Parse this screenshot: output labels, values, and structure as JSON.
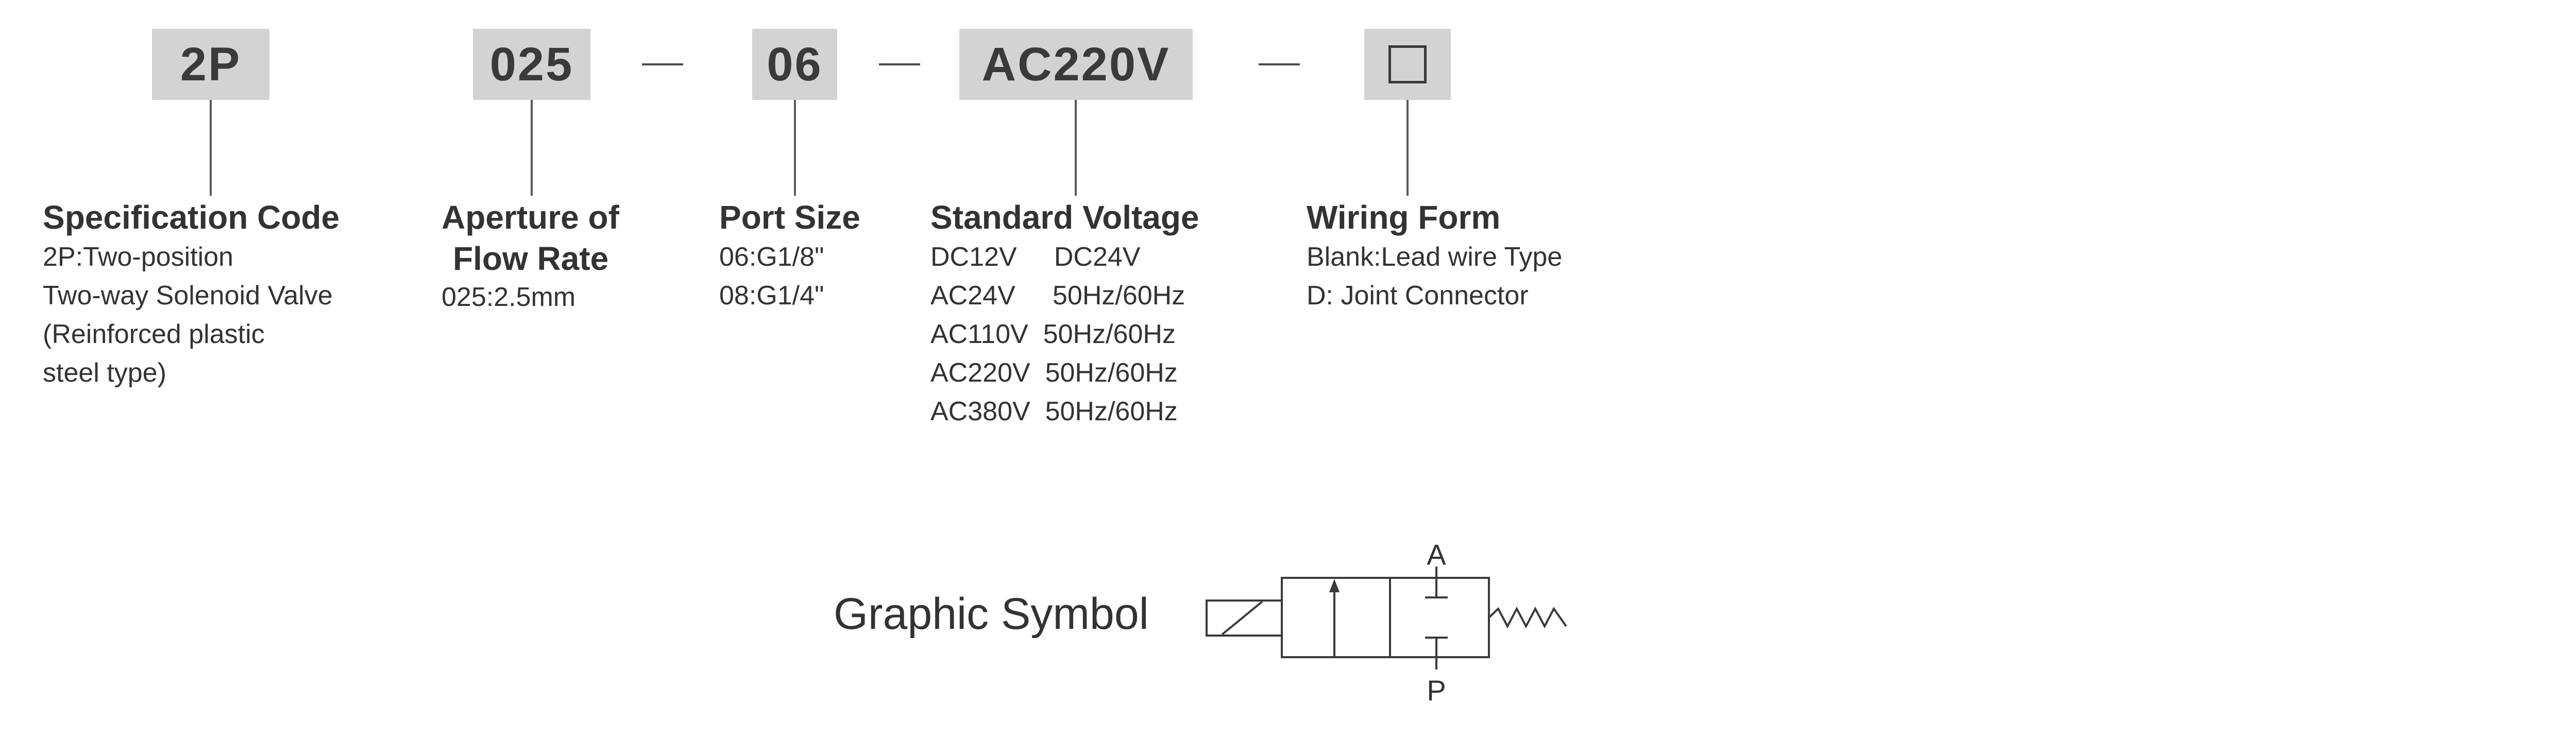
{
  "model_code": {
    "spec": "2P",
    "aperture": "025",
    "port": "06",
    "voltage": "AC220V",
    "wiring_icon": "blank-square-icon"
  },
  "columns": {
    "spec": {
      "heading": "Specification Code",
      "lines": [
        "2P:Two-position",
        "Two-way Solenoid Valve",
        "(Reinforced plastic",
        "steel type)"
      ]
    },
    "aperture": {
      "heading_lines": [
        "Aperture of",
        "Flow Rate"
      ],
      "lines": [
        "025:2.5mm"
      ]
    },
    "port": {
      "heading": "Port Size",
      "lines": [
        "06:G1/8\"",
        "08:G1/4\""
      ]
    },
    "voltage": {
      "heading": "Standard Voltage",
      "lines": [
        "DC12V     DC24V",
        "AC24V     50Hz/60Hz",
        "AC110V  50Hz/60Hz",
        "AC220V  50Hz/60Hz",
        "AC380V  50Hz/60Hz"
      ]
    },
    "wiring": {
      "heading": "Wiring Form",
      "lines": [
        "Blank:Lead wire Type",
        "D: Joint Connector"
      ]
    }
  },
  "graphic_symbol": {
    "label": "Graphic Symbol",
    "port_a": "A",
    "port_p": "P"
  }
}
